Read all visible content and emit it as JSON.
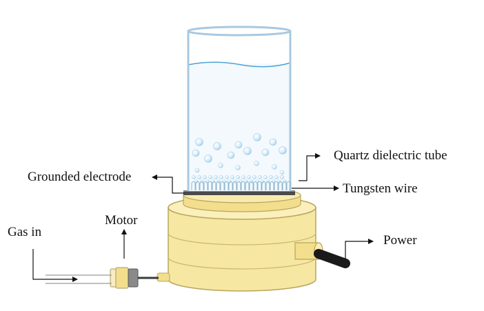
{
  "labels": {
    "quartz_tube": "Quartz dielectric tube",
    "grounded_electrode": "Grounded electrode",
    "tungsten_wire": "Tungsten wire",
    "motor": "Motor",
    "gas_in": "Gas in",
    "power": "Power"
  },
  "colors": {
    "tube_outline": "#a8c8e0",
    "water_surface": "#4aa3d6",
    "base_fill": "#f6e7a2",
    "base_outline": "#b8a55c",
    "electrode": "#4a4a4a",
    "power_cable": "#1a1a1a"
  }
}
